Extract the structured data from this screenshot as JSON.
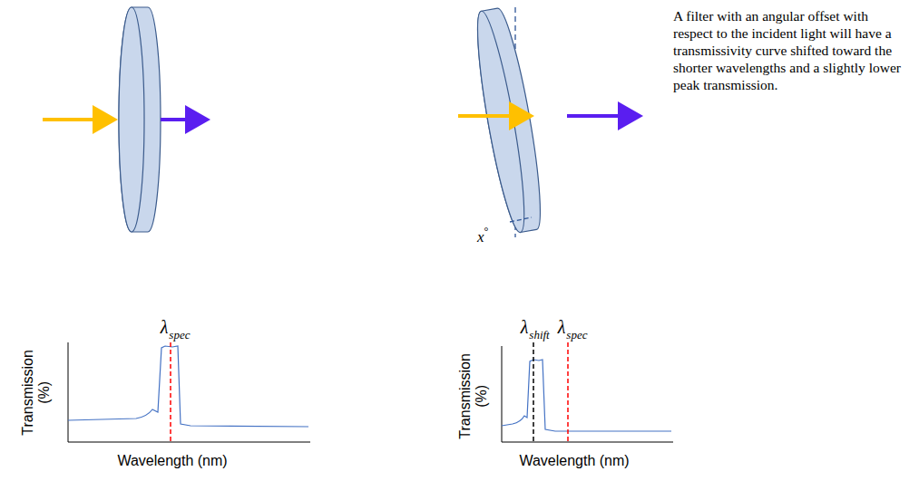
{
  "diagram": {
    "labels": [
      "A filter with an angular offset with respect to the incident light will have a transmissivity curve shifted toward the shorter wavelengths and a slightly lower peak transmission.",
      "x",
      "°",
      "λ",
      "spec",
      "λ",
      "shift",
      "λ",
      "spec",
      "Transmission (%)",
      "Wavelength (nm)",
      "Transmission (%)",
      "Wavelength (nm)"
    ]
  }
}
